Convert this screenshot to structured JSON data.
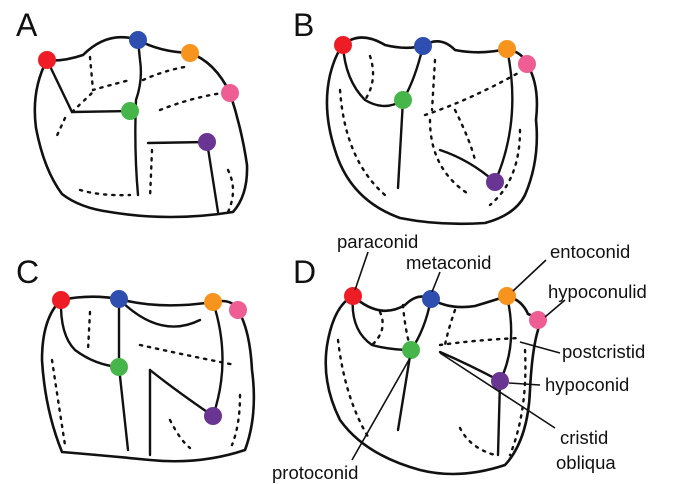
{
  "panels": [
    {
      "letter": "A"
    },
    {
      "letter": "B"
    },
    {
      "letter": "C"
    },
    {
      "letter": "D"
    }
  ],
  "cusp_colors": {
    "paraconid": "#ee1c25",
    "metaconid": "#2e4fb0",
    "protoconid": "#46b64a",
    "entoconid": "#f7941d",
    "hypoconulid": "#ee5d94",
    "hypoconid": "#6a3592"
  },
  "labels": {
    "paraconid": "paraconid",
    "metaconid": "metaconid",
    "entoconid": "entoconid",
    "hypoconulid": "hypoconulid",
    "postcristid": "postcristid",
    "hypoconid": "hypoconid",
    "cristid_1": "cristid",
    "cristid_2": "obliqua",
    "protoconid": "protoconid"
  }
}
